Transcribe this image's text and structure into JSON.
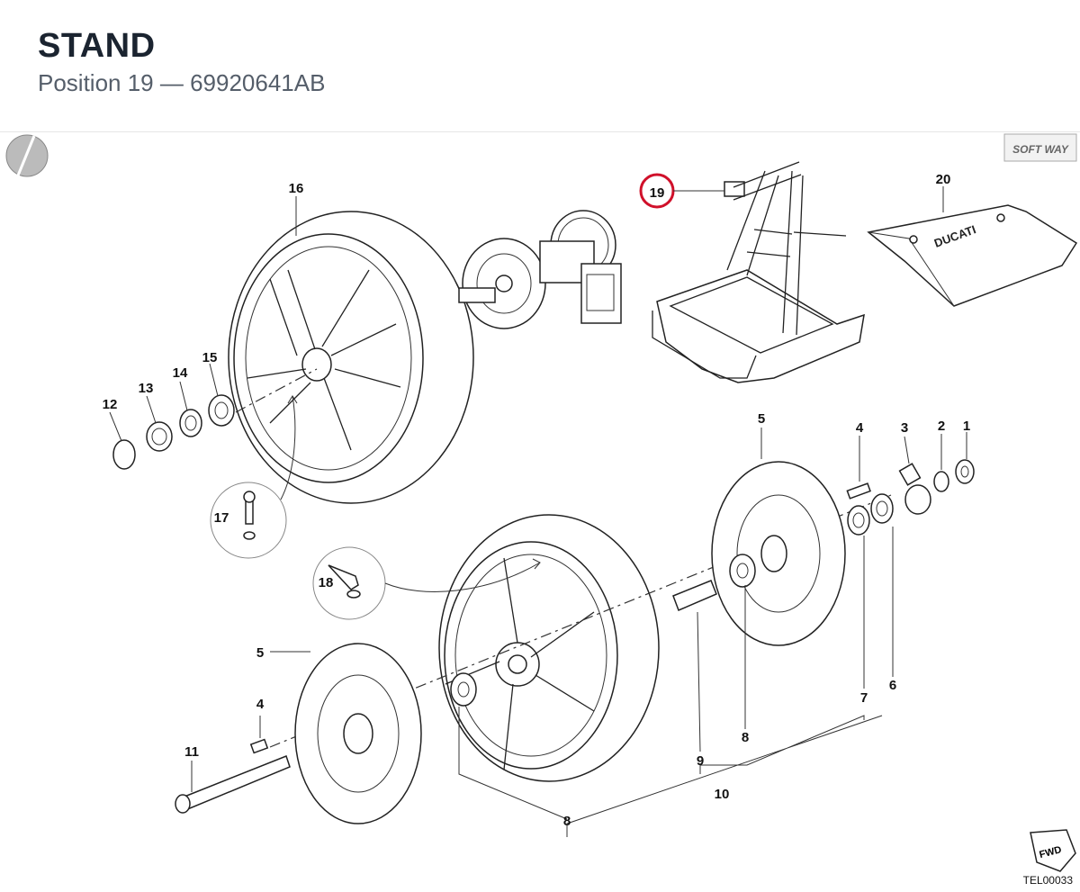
{
  "header": {
    "title": "STAND",
    "subtitle": "Position 19 — 69920641AB"
  },
  "diagram": {
    "brand_logo_text": "SOFT WAY",
    "drawing_code": "TEL00033",
    "fwd_label": "FWD",
    "mat_logo_text": "DUCATI",
    "highlighted_position": "19",
    "callouts": {
      "c1": "1",
      "c2": "2",
      "c3": "3",
      "c4a": "4",
      "c4b": "4",
      "c5a": "5",
      "c5b": "5",
      "c6": "6",
      "c7": "7",
      "c8a": "8",
      "c8b": "8",
      "c9": "9",
      "c10": "10",
      "c11": "11",
      "c12": "12",
      "c13": "13",
      "c14": "14",
      "c15": "15",
      "c16": "16",
      "c17": "17",
      "c18": "18",
      "c20": "20"
    }
  },
  "colors": {
    "highlight_ring": "#d0102a",
    "title": "#1b2430",
    "subtitle": "#555e6a"
  }
}
